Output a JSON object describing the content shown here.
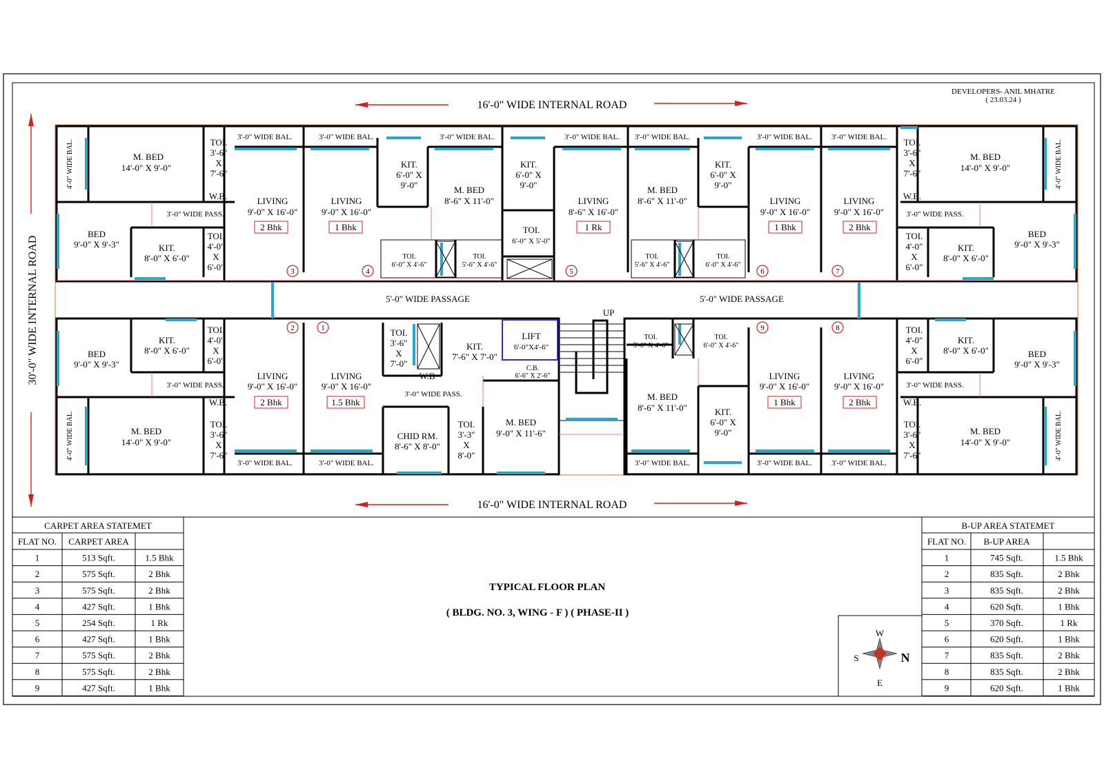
{
  "header": {
    "developer": "DEVELOPERS- ANIL MHATRE",
    "date": "( 23.03.24 )",
    "road_top": "16'-0\"  WIDE  INTERNAL ROAD",
    "road_bottom": "16'-0\"  WIDE  INTERNAL ROAD",
    "road_left": "30'-0\"  WIDE  INTERNAL ROAD"
  },
  "passages": {
    "left": "5'-0\" WIDE PASSAGE",
    "right": "5'-0\" WIDE PASSAGE",
    "up": "UP"
  },
  "rooms": {
    "mbed_label": "M. BED",
    "mbed_size_a": "14'-0\" X 9'-0\"",
    "mbed_size_b": "8'-6\" X 11'-0\"",
    "mbed_size_c": "9'-0\" X 11'-6\"",
    "bed_label": "BED",
    "bed_size": "9'-0\" X 9'-3\"",
    "kit_label": "KIT.",
    "kit_size_a": "8'-0\" X 6'-0\"",
    "kit_size_b1": "6'-0\" X",
    "kit_size_b2": "9'-0\"",
    "kit_size_c": "7'-6\" X 7'-0\"",
    "toi_label": "TOI.",
    "toi_a1": "3'-6\"",
    "toi_x": "X",
    "toi_a2": "7'-6\"",
    "toi_b1": "4'-0\"",
    "toi_b2": "6'-0\"",
    "toi_c1": "3'-3\"",
    "toi_c2": "8'-0\"",
    "toi_d2": "7'-0\"",
    "toi_e": "6'-0\" X 4'-6\"",
    "toi_f": "5'-6\" X 4'-6\"",
    "toi_g": "6'-0\" X 5'-0\"",
    "living_label": "LIVING",
    "living_size_a": "9'-0\" X 16'-0\"",
    "living_size_b": "8'-6\" X 16'-0\"",
    "wb": "W.B.",
    "wb2": "W.B",
    "bal": "3'-0\" WIDE BAL.",
    "bal_side": "4'-0\" WIDE BAL.",
    "pass": "3'-0\" WIDE PASS.",
    "lift": "LIFT",
    "lift_size": "6'-0\"X4'-6\"",
    "cb": "C.B.",
    "cb_size": "6'-6\" X 2'-6\"",
    "child": "CHID RM.",
    "child_size": "8'-6\" X 8'-0\""
  },
  "flat_tags": {
    "t1": "1.5 Bhk",
    "t2": "2 Bhk",
    "t4": "1 Bhk",
    "t5": "1 Rk"
  },
  "flat_numbers": [
    "1",
    "2",
    "3",
    "4",
    "5",
    "6",
    "7",
    "8",
    "9"
  ],
  "plan_title": {
    "line1": "TYPICAL FLOOR PLAN",
    "line2": "( BLDG. NO. 3, WING - F ) ( PHASE-II )"
  },
  "compass": {
    "w": "W",
    "s": "S",
    "n": "N",
    "e": "E"
  },
  "carpet_table": {
    "title": "CARPET AREA STATEMET",
    "col1": "FLAT NO.",
    "col2": "CARPET AREA",
    "rows": [
      [
        "1",
        "513 Sqft.",
        "1.5 Bhk"
      ],
      [
        "2",
        "575 Sqft.",
        "2 Bhk"
      ],
      [
        "3",
        "575 Sqft.",
        "2 Bhk"
      ],
      [
        "4",
        "427 Sqft.",
        "1 Bhk"
      ],
      [
        "5",
        "254 Sqft.",
        "1 Rk"
      ],
      [
        "6",
        "427 Sqft.",
        "1 Bhk"
      ],
      [
        "7",
        "575 Sqft.",
        "2 Bhk"
      ],
      [
        "8",
        "575 Sqft.",
        "2 Bhk"
      ],
      [
        "9",
        "427 Sqft.",
        "1 Bhk"
      ]
    ]
  },
  "bup_table": {
    "title": "B-UP AREA STATEMET",
    "col1": "FLAT NO.",
    "col2": "B-UP AREA",
    "rows": [
      [
        "1",
        "745 Sqft.",
        "1.5 Bhk"
      ],
      [
        "2",
        "835 Sqft.",
        "2 Bhk"
      ],
      [
        "3",
        "835 Sqft.",
        "2 Bhk"
      ],
      [
        "4",
        "620 Sqft.",
        "1 Bhk"
      ],
      [
        "5",
        "370 Sqft.",
        "1 Rk"
      ],
      [
        "6",
        "620 Sqft.",
        "1 Bhk"
      ],
      [
        "7",
        "835 Sqft.",
        "2 Bhk"
      ],
      [
        "8",
        "835 Sqft.",
        "2 Bhk"
      ],
      [
        "9",
        "620 Sqft.",
        "1 Bhk"
      ]
    ]
  }
}
